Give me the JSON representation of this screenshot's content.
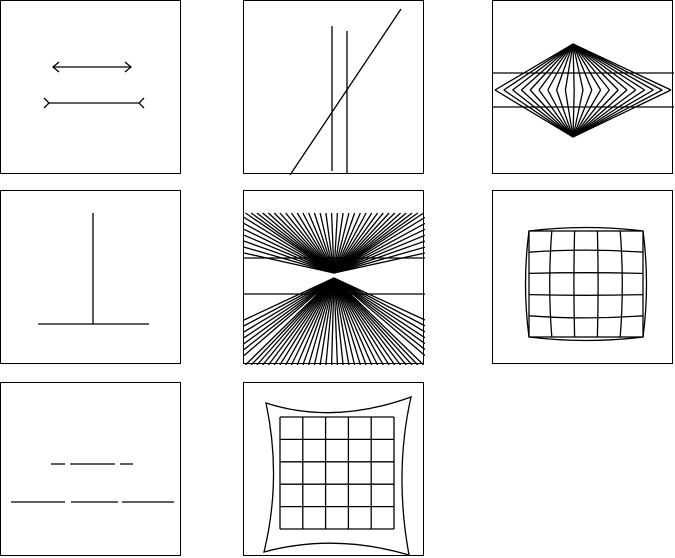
{
  "figure": {
    "panels": [
      {
        "id": "muller-lyer"
      },
      {
        "id": "poggendorff"
      },
      {
        "id": "hering-fan-diamond"
      },
      {
        "id": "vertical-horizontal"
      },
      {
        "id": "hering-radial-bowtie"
      },
      {
        "id": "barrel-grid"
      },
      {
        "id": "segmented-lines"
      },
      {
        "id": "pincushion-grid"
      }
    ],
    "colors": {
      "stroke": "#000000",
      "background": "#ffffff"
    }
  }
}
